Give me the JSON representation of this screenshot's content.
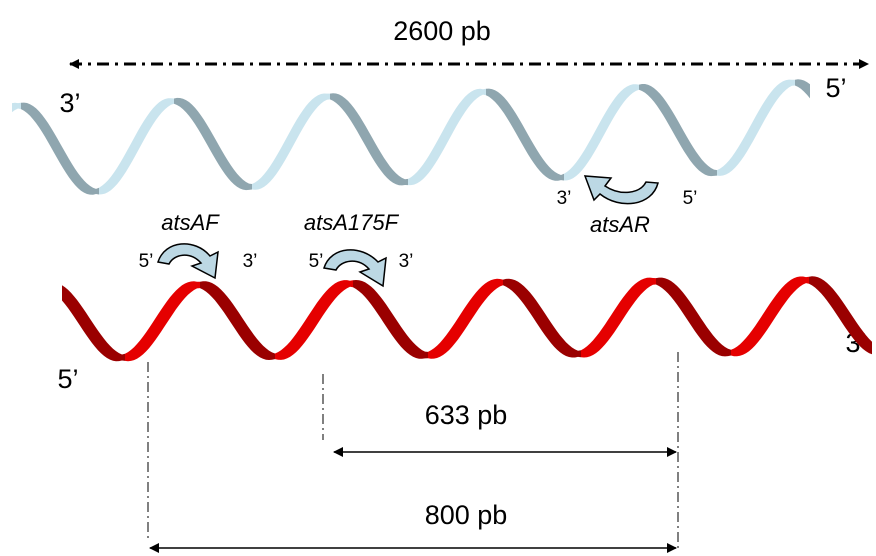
{
  "top_strand": {
    "length_label": "2600 pb",
    "left_end": "3’",
    "right_end": "5’",
    "color_light": "#c9e4ee",
    "color_dark": "#8fa6af"
  },
  "bottom_strand": {
    "left_end": "5’",
    "right_end": "3’",
    "color_light": "#e50000",
    "color_dark": "#9a0000"
  },
  "primers": [
    {
      "name": "atsAF",
      "five_prime": "5’",
      "three_prime": "3’"
    },
    {
      "name": "atsA175F",
      "five_prime": "5’",
      "three_prime": "3’"
    },
    {
      "name": "atsAR",
      "five_prime": "5’",
      "three_prime": "3’"
    }
  ],
  "amplicons": [
    {
      "label": "633 pb"
    },
    {
      "label": "800 pb"
    }
  ],
  "arrow_color": "#bcd8e4"
}
